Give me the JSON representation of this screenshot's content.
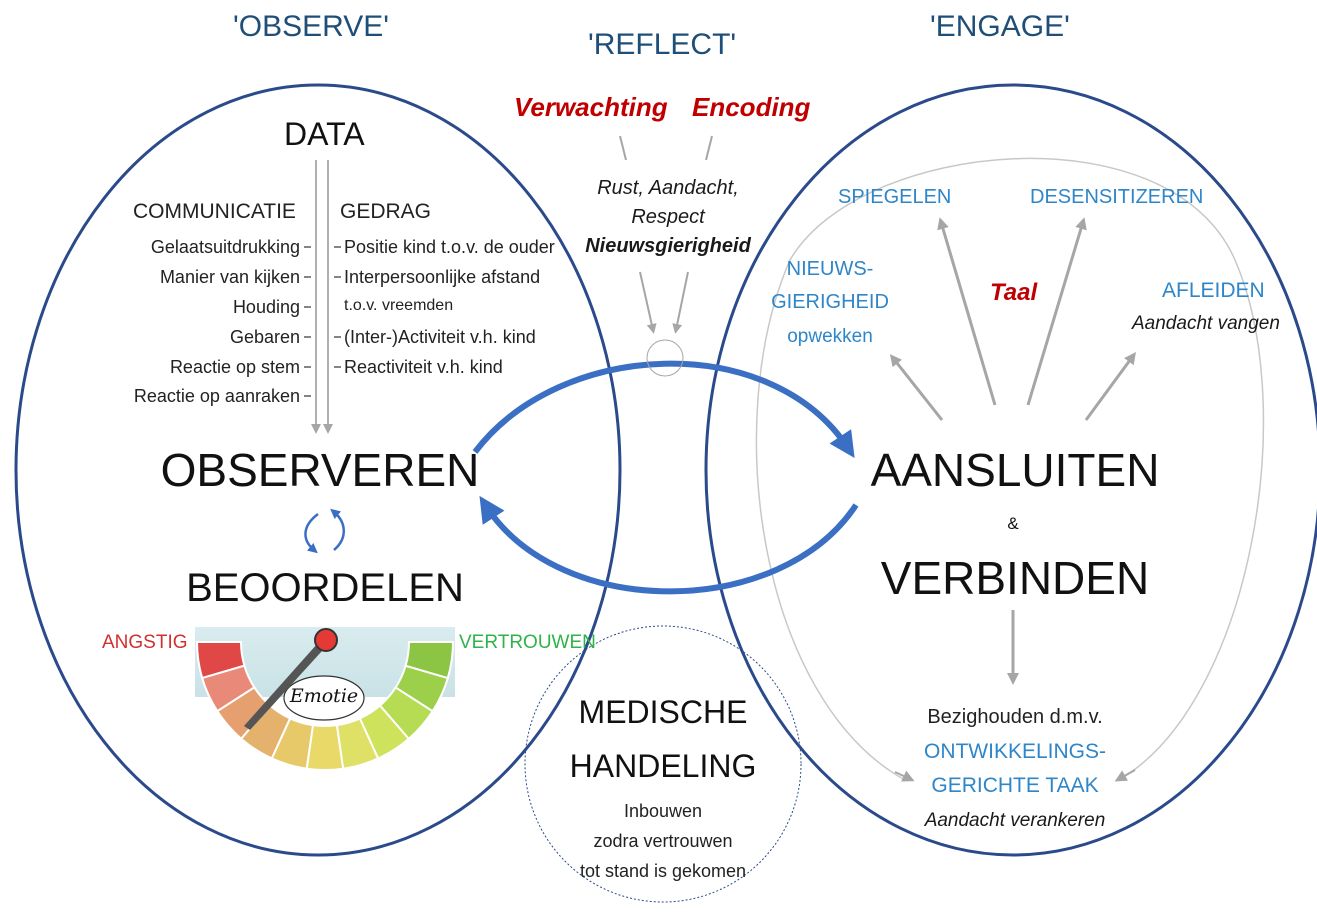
{
  "headers": {
    "observe": "'OBSERVE'",
    "reflect": "'REFLECT'",
    "engage": "'ENGAGE'"
  },
  "reflect": {
    "verwachting": "Verwachting",
    "encoding": "Encoding",
    "values": [
      "Rust, Aandacht,",
      "Respect",
      "Nieuwsgierigheid"
    ]
  },
  "observe": {
    "data_title": "DATA",
    "communicatie_title": "COMMUNICATIE",
    "gedrag_title": "GEDRAG",
    "communicatie_items": [
      "Gelaatsuitdrukking",
      "Manier van kijken",
      "Houding",
      "Gebaren",
      "Reactie op stem",
      "Reactie op aanraken"
    ],
    "gedrag_items": [
      "Positie kind t.o.v. de ouder",
      "Interpersoonlijke afstand",
      "t.o.v. vreemden",
      "(Inter-)Activiteit v.h. kind",
      "Reactiviteit v.h. kind"
    ],
    "observeren": "OBSERVEREN",
    "beoordelen": "BEOORDELEN",
    "angstig": "ANGSTIG",
    "vertrouwen": "VERTROUWEN",
    "emotie": "Emotie"
  },
  "engage": {
    "spiegelen": "SPIEGELEN",
    "desensitizeren": "DESENSITIZEREN",
    "nieuws_line1": "NIEUWS-",
    "nieuws_line2": "GIERIGHEID",
    "nieuws_line3": "opwekken",
    "taal": "Taal",
    "afleiden": "AFLEIDEN",
    "aandacht_vangen": "Aandacht vangen",
    "aansluiten": "AANSLUITEN",
    "ampersand": "&",
    "verbinden": "VERBINDEN",
    "bezighouden": "Bezighouden d.m.v.",
    "taak_line1": "ONTWIKKELINGS-",
    "taak_line2": "GERICHTE TAAK",
    "aandacht_verankeren": "Aandacht verankeren"
  },
  "medisch": {
    "line1": "MEDISCHE",
    "line2": "HANDELING",
    "sub": [
      "Inbouwen",
      "zodra vertrouwen",
      "tot stand is gekomen"
    ]
  },
  "colors": {
    "circle": "#2b4a8b",
    "arrow_blue": "#3a6fc4",
    "arrow_grey": "#a6a6a6",
    "red": "#c00000",
    "blue_text": "#2e86c9",
    "green_text": "#2fb34a"
  }
}
